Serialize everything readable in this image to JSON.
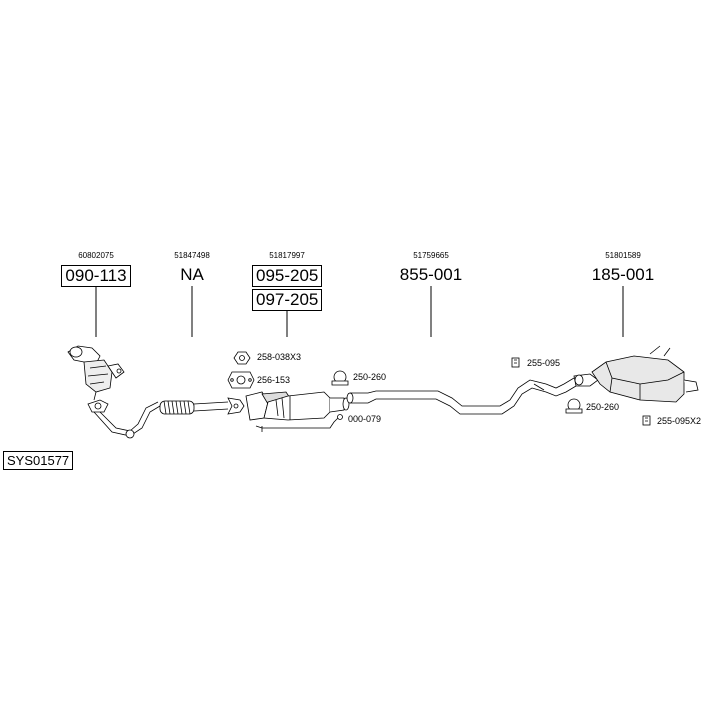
{
  "system_code": "SYS01577",
  "parts": [
    {
      "oem": "60802075",
      "code": "090-113"
    },
    {
      "oem": "51847498",
      "code": "NA"
    },
    {
      "oem": "51817997",
      "code": "095-205",
      "code2": "097-205"
    },
    {
      "oem": "51759665",
      "code": "855-001"
    },
    {
      "oem": "51801589",
      "code": "185-001"
    }
  ],
  "accessories": [
    {
      "label": "258-038X3",
      "icon": "nut-icon"
    },
    {
      "label": "256-153",
      "icon": "gasket-icon"
    },
    {
      "label": "250-260",
      "icon": "clamp-icon"
    },
    {
      "label": "000-079",
      "icon": "sensor-cable-icon"
    },
    {
      "label": "255-095",
      "icon": "rubber-mount-icon"
    },
    {
      "label": "250-260",
      "icon": "clamp-icon"
    },
    {
      "label": "255-095X2",
      "icon": "rubber-mount-icon"
    }
  ]
}
